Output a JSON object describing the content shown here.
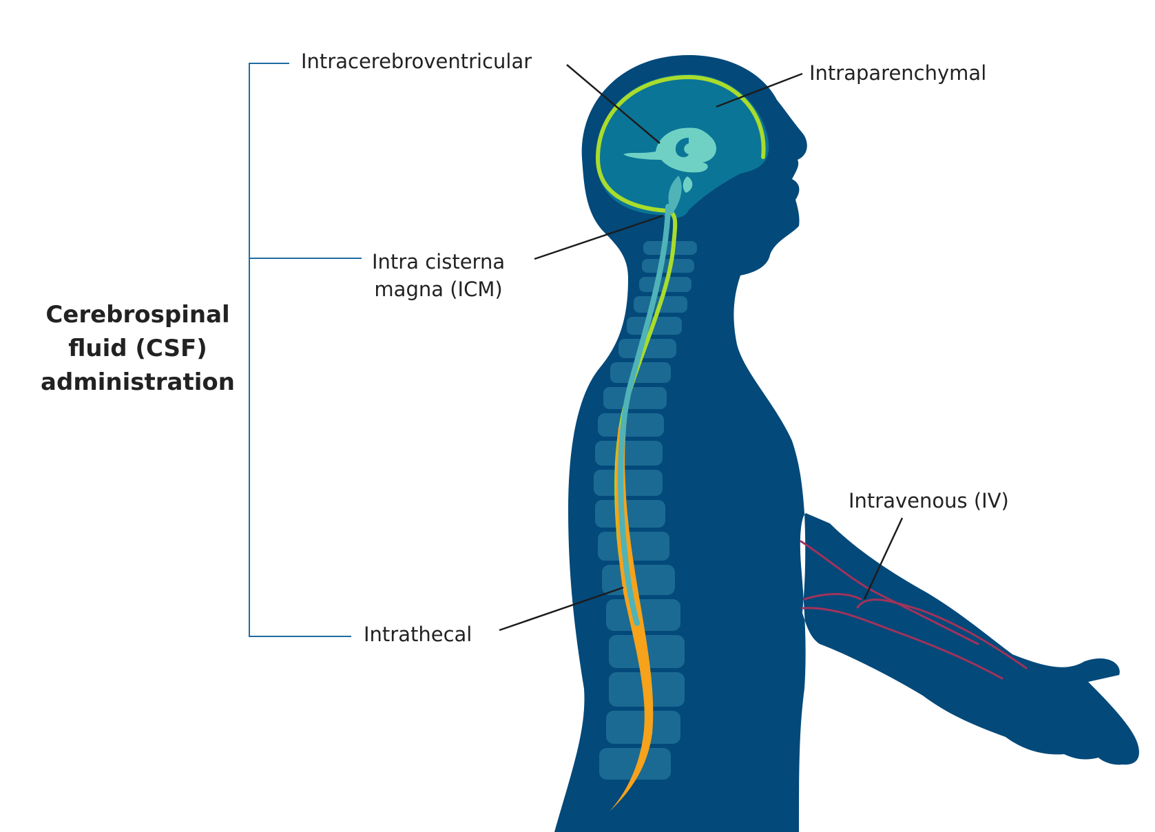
{
  "title": {
    "line1": "Cerebrospinal",
    "line2": "fluid (CSF)",
    "line3": "administration"
  },
  "labels": {
    "intracerebroventricular": "Intracerebroventricular",
    "intraparenchymal": "Intraparenchymal",
    "icm_line1": "Intra cisterna",
    "icm_line2": "magna (ICM)",
    "intrathecal": "Intrathecal",
    "intravenous": "Intravenous (IV)"
  },
  "colors": {
    "body": "#03497a",
    "brain": "#0b7597",
    "vertebrae": "#1b6a93",
    "ventricles": "#6fd1c4",
    "csf_green": "#a9dc2c",
    "csf_orange": "#f6a21b",
    "vein": "#a2335a",
    "leader": "#1c1c1c",
    "bracket": "#1d6ba2"
  }
}
